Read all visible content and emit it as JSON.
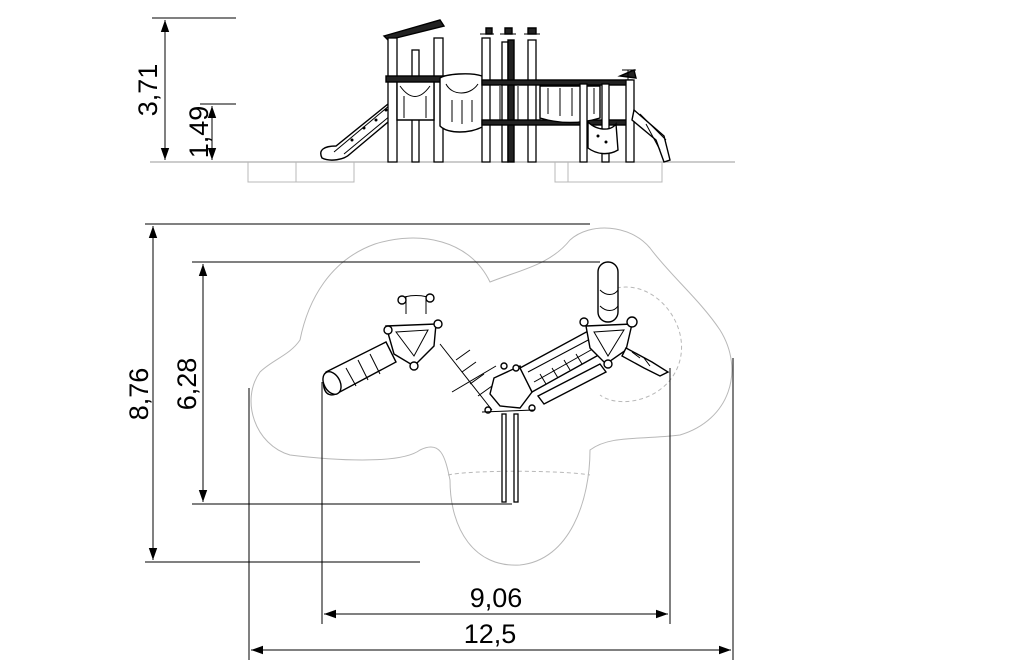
{
  "drawing": {
    "elevation_dimensions": {
      "total_height": "3,71",
      "platform_height": "1,49"
    },
    "plan_dimensions": {
      "overall_depth": "8,76",
      "equipment_depth": "6,28",
      "equipment_width": "9,06",
      "overall_width": "12,5"
    }
  }
}
